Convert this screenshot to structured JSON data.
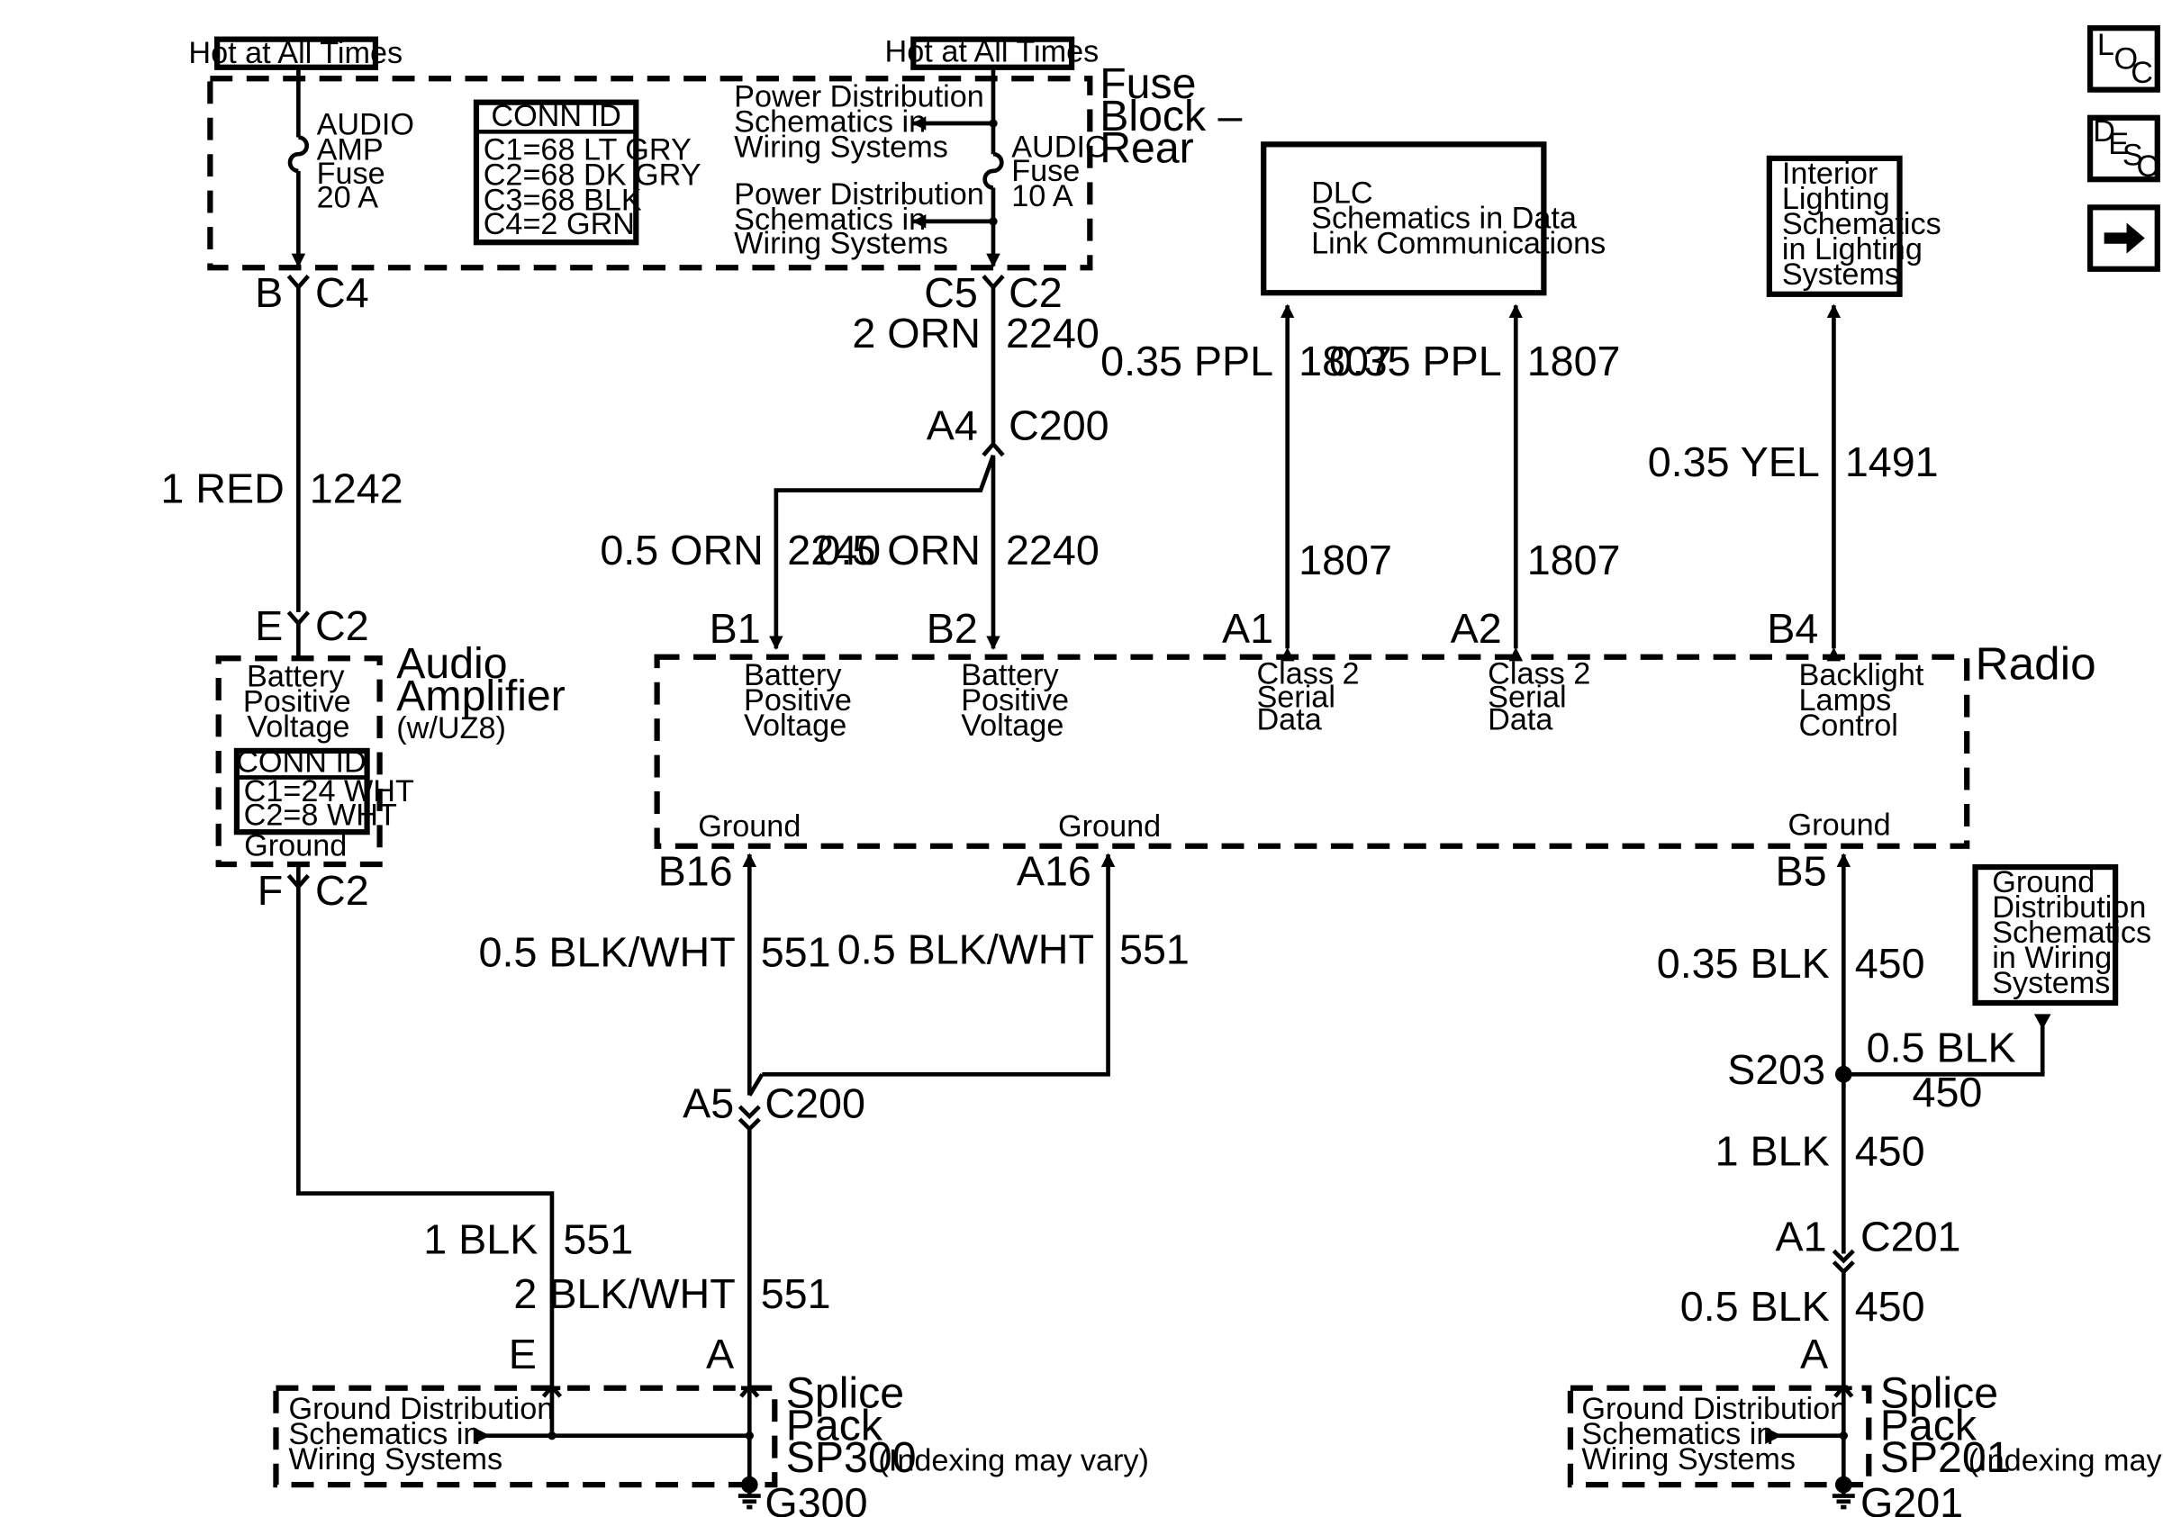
{
  "fuse_block": {
    "hot_left": "Hot at All Times",
    "hot_right": "Hot at All Times",
    "amp_fuse": [
      "AUDIO",
      "AMP",
      "Fuse",
      "20 A"
    ],
    "audio_fuse": [
      "AUDIO",
      "Fuse",
      "10 A"
    ],
    "conn_id_title": "CONN ID",
    "conn_id": [
      "C1=68 LT GRY",
      "C2=68 DK GRY",
      "C3=68 BLK",
      "C4=2 GRN"
    ],
    "power_dist_1": [
      "Power Distribution",
      "Schematics in",
      "Wiring Systems"
    ],
    "power_dist_2": [
      "Power Distribution",
      "Schematics in",
      "Wiring Systems"
    ],
    "label": [
      "Fuse",
      "Block –",
      "Rear"
    ]
  },
  "amplifier": {
    "name": [
      "Audio",
      "Amplifier"
    ],
    "option": "(w/UZ8)",
    "bpv": [
      "Battery",
      "Positive",
      "Voltage"
    ],
    "conn_id_title": "CONN ID",
    "conn_id": [
      "C1=24 WHT",
      "C2=8 WHT"
    ],
    "ground": "Ground",
    "pin_e": "E",
    "conn_e": "C2",
    "pin_f": "F",
    "conn_f": "C2"
  },
  "radio": {
    "name": "Radio",
    "pins": {
      "b1": {
        "pin": "B1",
        "lines": [
          "Battery",
          "Positive",
          "Voltage"
        ]
      },
      "b2": {
        "pin": "B2",
        "lines": [
          "Battery",
          "Positive",
          "Voltage"
        ]
      },
      "a1": {
        "pin": "A1",
        "lines": [
          "Class 2",
          "Serial",
          "Data"
        ]
      },
      "a2": {
        "pin": "A2",
        "lines": [
          "Class 2",
          "Serial",
          "Data"
        ]
      },
      "b4": {
        "pin": "B4",
        "lines": [
          "Backlight",
          "Lamps",
          "Control"
        ]
      }
    },
    "ground_labels": [
      "Ground",
      "Ground",
      "Ground"
    ],
    "pin_b16": "B16",
    "pin_a16": "A16",
    "pin_b5": "B5"
  },
  "dlc": [
    "DLC",
    "Schematics in Data",
    "Link Communications"
  ],
  "interior": [
    "Interior",
    "Lighting",
    "Schematics",
    "in Lighting",
    "Systems"
  ],
  "ground_dist_right": [
    "Ground",
    "Distribution",
    "Schematics",
    "in Wiring",
    "Systems"
  ],
  "nav": {
    "loc": [
      "L",
      "O",
      "C"
    ],
    "desc": [
      "D",
      "E",
      "S",
      "C"
    ],
    "arrow": "right-arrow"
  },
  "connectors": {
    "b": "B",
    "c4": "C4",
    "c5": "C5",
    "c2": "C2",
    "a4": "A4",
    "c200_top": "C200",
    "a5": "A5",
    "c200_bot": "C200",
    "a1_c201": "A1",
    "c201": "C201",
    "s203": "S203"
  },
  "wires": {
    "red_gauge": "1 RED",
    "red_circuit": "1242",
    "orn2_gauge": "2 ORN",
    "orn2_circuit": "2240",
    "orn05a_gauge": "0.5 ORN",
    "orn05a_circuit": "2240",
    "orn05b_gauge": "0.5 ORN",
    "orn05b_circuit": "2240",
    "ppl1_gauge": "0.35 PPL",
    "ppl1_circuit": "1807",
    "ppl1_circuit_low": "1807",
    "ppl2_gauge": "0.35 PPL",
    "ppl2_circuit": "1807",
    "ppl2_circuit_low": "1807",
    "yel_gauge": "0.35 YEL",
    "yel_circuit": "1491",
    "bw1_gauge": "0.5 BLK/WHT",
    "bw1_circuit": "551",
    "bw2_gauge": "0.5 BLK/WHT",
    "bw2_circuit": "551",
    "blk1_gauge": "1 BLK",
    "blk1_circuit": "551",
    "bw3_gauge": "2 BLK/WHT",
    "bw3_circuit": "551",
    "blk035_gauge": "0.35 BLK",
    "blk035_circuit": "450",
    "blk05g_gauge": "0.5 BLK",
    "blk05g_circuit": "450",
    "blk1b_gauge": "1 BLK",
    "blk1b_circuit": "450",
    "blk05b_gauge": "0.5 BLK",
    "blk05b_circuit": "450"
  },
  "splice_left": {
    "pin_e": "E",
    "pin_a": "A",
    "lines": [
      "Splice",
      "Pack",
      "SP300"
    ],
    "note": "(Indexing may vary)",
    "gd": [
      "Ground Distribution",
      "Schematics in",
      "Wiring Systems"
    ],
    "ground": "G300"
  },
  "splice_right": {
    "pin_a": "A",
    "lines": [
      "Splice",
      "Pack",
      "SP201"
    ],
    "note": "(Indexing may vary)",
    "gd": [
      "Ground Distribution",
      "Schematics in",
      "Wiring Systems"
    ],
    "ground": "G201"
  }
}
